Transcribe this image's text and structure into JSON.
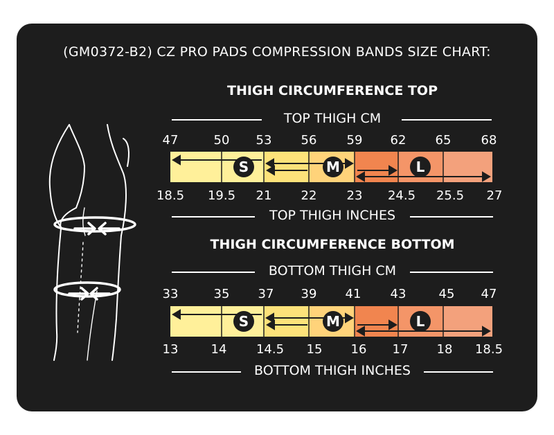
{
  "title": "(GM0372-B2) CZ PRO PADS COMPRESSION BANDS SIZE CHART:",
  "colors": {
    "background": "#1d1d1d",
    "seg1": "#fff09a",
    "seg2": "#fde27a",
    "seg3": "#ffd37a",
    "seg4": "#ffc58e",
    "seg5": "#f1854f",
    "seg6": "#f49568",
    "seg7": "#f3a17c"
  },
  "top": {
    "heading": "THIGH CIRCUMFERENCE TOP",
    "cm_label": "TOP THIGH CM",
    "inch_label": "TOP THIGH INCHES",
    "cm_ticks": [
      "47",
      "50",
      "53",
      "56",
      "59",
      "62",
      "65",
      "68"
    ],
    "inch_ticks": [
      "18.5",
      "19.5",
      "21",
      "22",
      "23",
      "24.5",
      "25.5",
      "27"
    ]
  },
  "bottom": {
    "heading": "THIGH CIRCUMFERENCE BOTTOM",
    "cm_label": "BOTTOM THIGH CM",
    "inch_label": "BOTTOM THIGH INCHES",
    "cm_ticks": [
      "33",
      "35",
      "37",
      "39",
      "41",
      "43",
      "45",
      "47"
    ],
    "inch_ticks": [
      "13",
      "14",
      "14.5",
      "15",
      "16",
      "17",
      "18",
      "18.5"
    ]
  },
  "sizes": [
    "S",
    "M",
    "L"
  ]
}
